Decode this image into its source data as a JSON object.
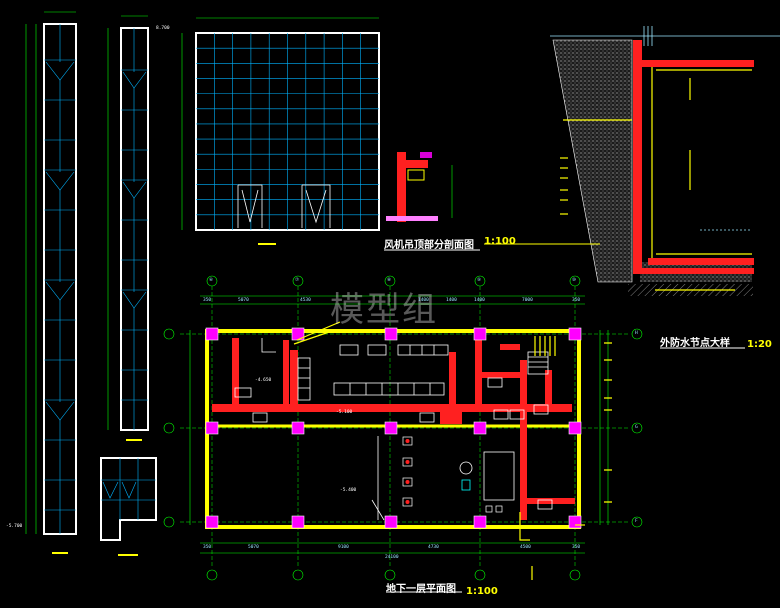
{
  "drawing": {
    "watermark": "模型组",
    "titles": {
      "section": "风机吊顶部分剖面图",
      "section_scale": "1:100",
      "plan": "地下一层平面图",
      "plan_scale": "1:100",
      "detail": "外防水节点大样",
      "detail_scale": "1:20"
    },
    "plan_axes": {
      "top": [
        "⑥",
        "⑦",
        "⑧",
        "⑨",
        "⑩"
      ],
      "right": [
        "H",
        "G",
        "F"
      ]
    },
    "plan_dims": {
      "top_row": [
        "350",
        "5070",
        "4530",
        "1400",
        "1400",
        "1400",
        "7000",
        "350"
      ],
      "bottom_row": [
        "350",
        "5070",
        "9100",
        "4730",
        "4500",
        "350"
      ],
      "total": "24100"
    },
    "levels": {
      "plan_a": "-5.400",
      "plan_b": "-5.100",
      "plan_c": "-4.650",
      "elev_top": "8.700",
      "elev_bot": "-5.700"
    },
    "colors": {
      "wall": "#ff2020",
      "column": "#ff00ff",
      "outline": "#ffffff",
      "grid": "#00b4ff",
      "dim": "#00ff00",
      "highlight": "#ffff00"
    }
  }
}
